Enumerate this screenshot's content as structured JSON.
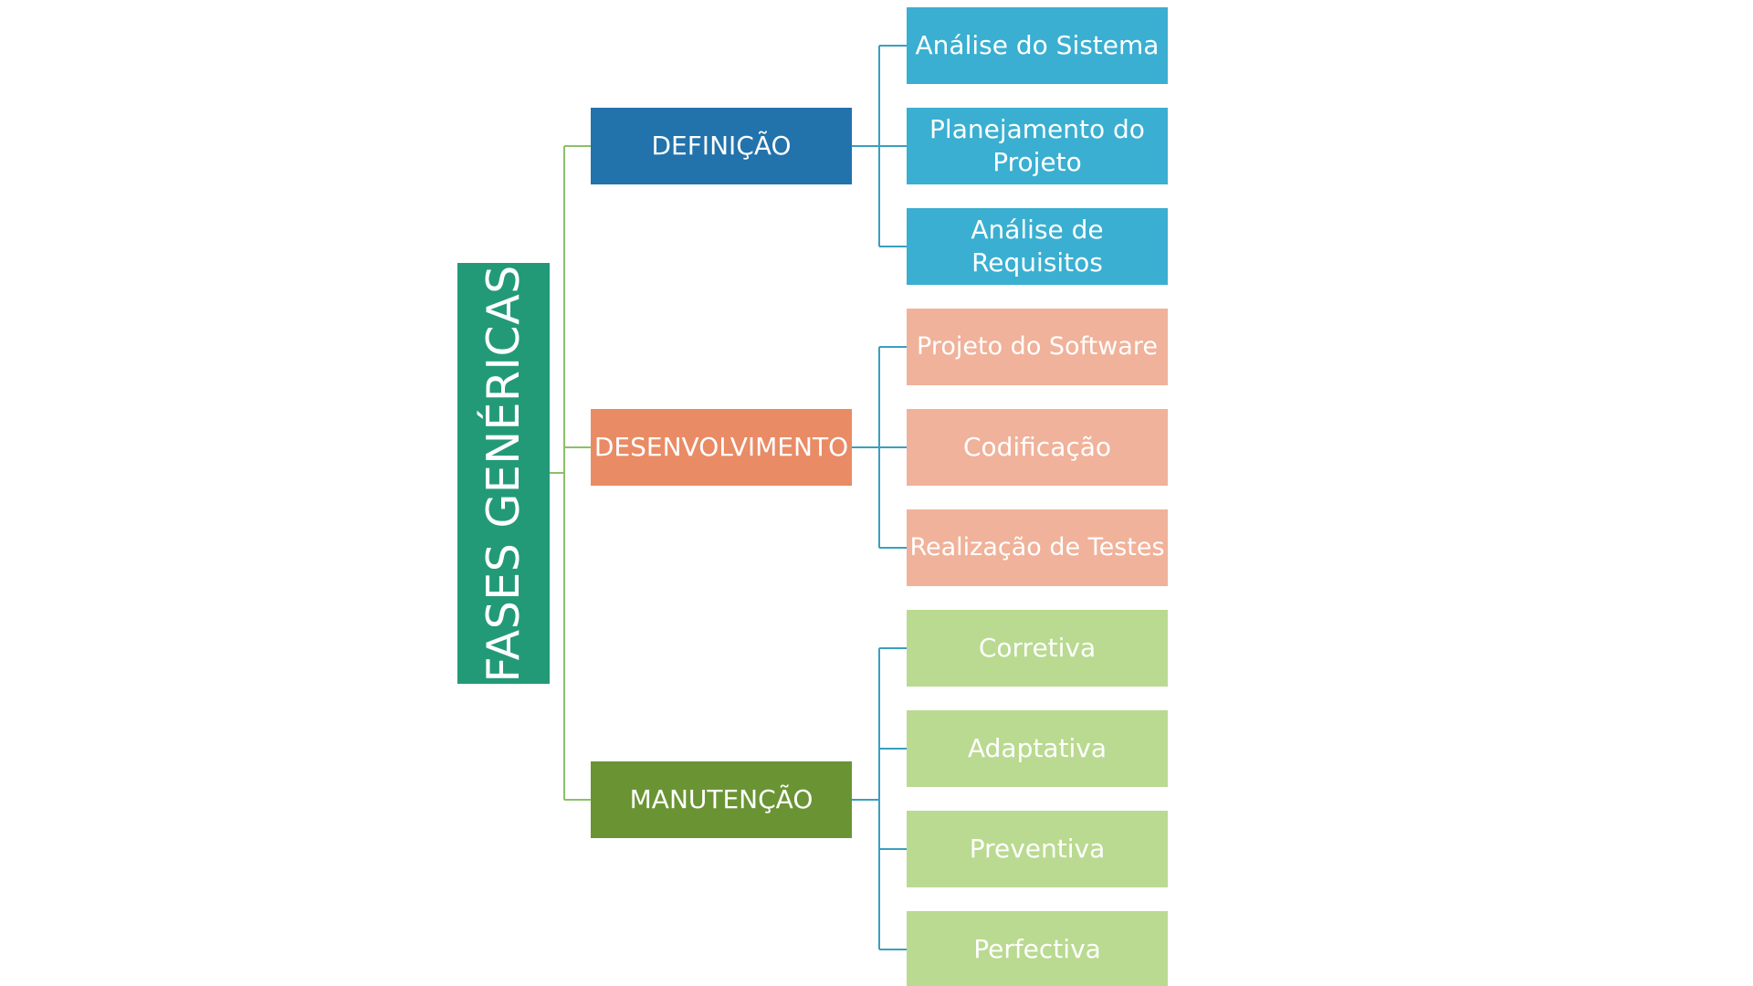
{
  "diagram": {
    "root": {
      "label": "FASES GENÉRICAS",
      "color": "#239a77"
    },
    "phases": [
      {
        "label": "DEFINIÇÃO",
        "color": "#2272ab",
        "child_color": "#3aafd1",
        "children": [
          "Análise do Sistema",
          "Planejamento do Projeto",
          "Análise de Requisitos"
        ]
      },
      {
        "label": "DESENVOLVIMENTO",
        "color": "#e98b65",
        "child_color": "#f0b29a",
        "children": [
          "Projeto do Software",
          "Codificação",
          "Realização de Testes"
        ]
      },
      {
        "label": "MANUTENÇÃO",
        "color": "#6a9434",
        "child_color": "#b9da90",
        "children": [
          "Corretiva",
          "Adaptativa",
          "Preventiva",
          "Perfectiva"
        ]
      }
    ],
    "connector_colors": {
      "root": "#8cc068",
      "phases": "#3a9fc0"
    }
  }
}
